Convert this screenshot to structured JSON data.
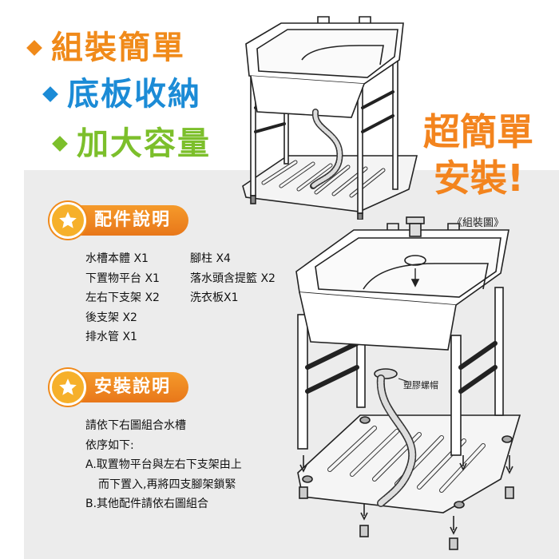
{
  "features": [
    {
      "text": "組裝簡單",
      "color": "#f08a1a"
    },
    {
      "text": "底板收納",
      "color": "#1b8bd6"
    },
    {
      "text": "加大容量",
      "color": "#7cbf2b"
    }
  ],
  "slogan": {
    "line1": "超簡單",
    "line2": "安裝!",
    "color": "#f3841e"
  },
  "assembly_caption": "《組裝圖》",
  "plastic_nut_label": "塑膠螺帽",
  "parts_section": {
    "title": "配件說明",
    "col1": [
      "水槽本體 X1",
      "下置物平台 X1",
      "左右下支架 X2",
      "後支架 X2",
      "排水管 X1"
    ],
    "col2": [
      "腳柱 X4",
      "落水頭含提籃 X2",
      "洗衣板X1"
    ]
  },
  "install_section": {
    "title": "安裝說明",
    "lines": [
      "請依下右圖組合水槽",
      "依序如下:",
      "A.取置物平台與左右下支架由上",
      "而下置入,再將四支腳架鎖緊",
      "B.其他配件請依右圖組合"
    ]
  }
}
